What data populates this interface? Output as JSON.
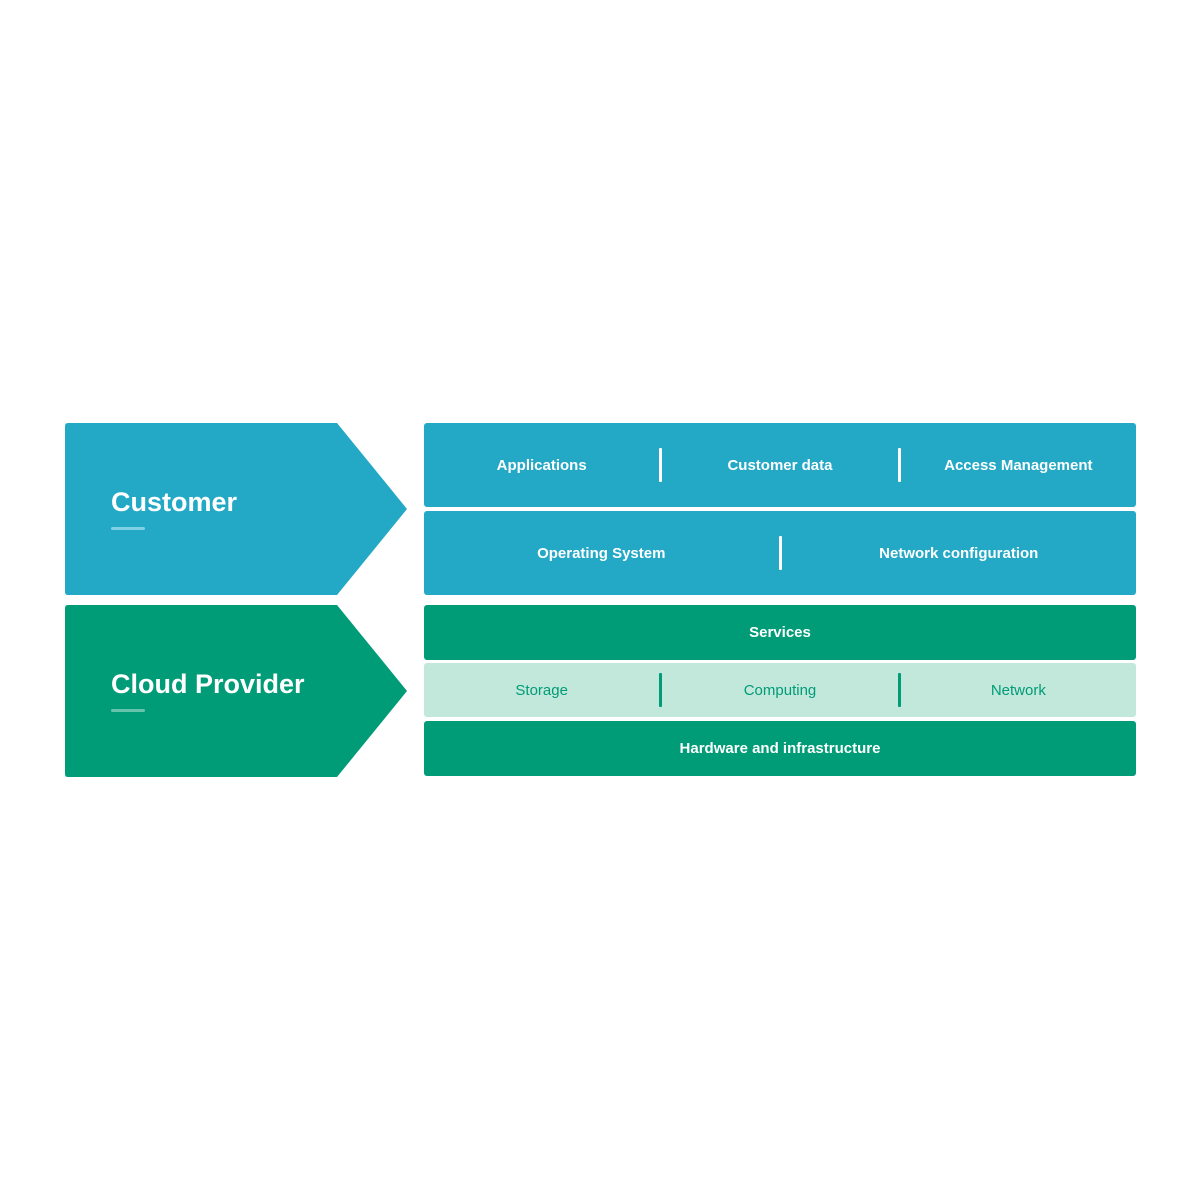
{
  "colors": {
    "customer": "#23a8c6",
    "provider": "#009b77",
    "provider_light": "#c2e8dc",
    "customer_underline": "#7fd0e2",
    "provider_underline": "#66c4ad"
  },
  "customer": {
    "title": "Customer",
    "row1": [
      "Applications",
      "Customer data",
      "Access Management"
    ],
    "row2": [
      "Operating System",
      "Network configuration"
    ]
  },
  "provider": {
    "title": "Cloud Provider",
    "services": "Services",
    "row_middle": [
      "Storage",
      "Computing",
      "Network"
    ],
    "hardware": "Hardware and infrastructure"
  }
}
